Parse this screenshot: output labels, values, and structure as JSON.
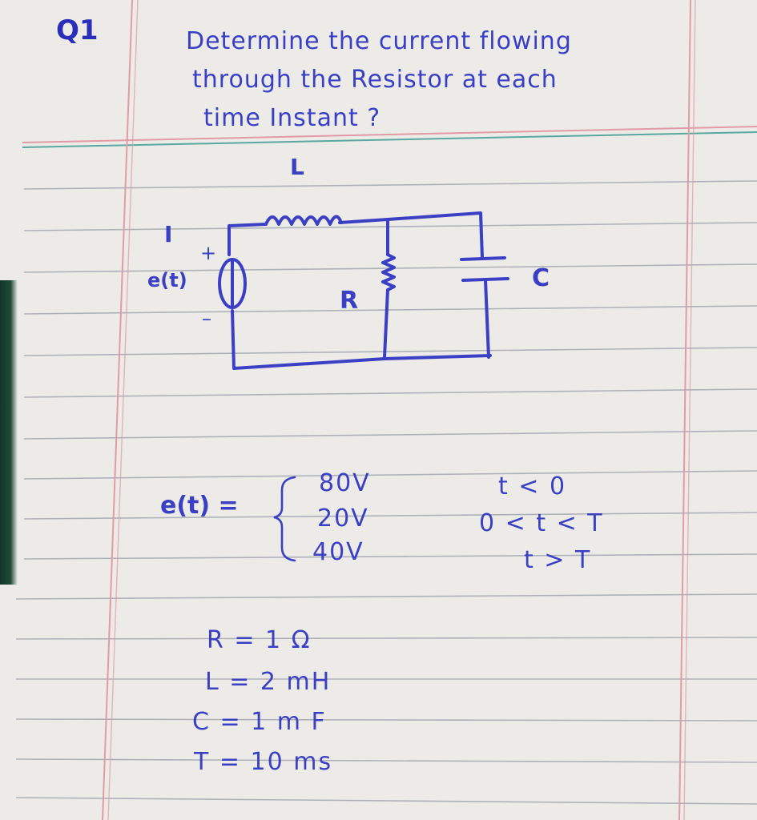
{
  "question": {
    "mark": "Q1",
    "line1": "Determine  the  current flowing",
    "line2": "through   the Resistor  at each",
    "line3": "time  Instant ?"
  },
  "circuit": {
    "inductor_label": "L",
    "current_label": "I",
    "plus_sign": "+",
    "minus_sign": "–",
    "source_label": "e(t)",
    "resistor_label": "R",
    "capacitor_label": "C"
  },
  "piecewise": {
    "lhs": "e(t) =",
    "cases": [
      {
        "value": "80V",
        "condition": "t < 0"
      },
      {
        "value": "20V",
        "condition": "0 < t < T"
      },
      {
        "value": "40V",
        "condition": "t > T"
      }
    ]
  },
  "parameters": [
    {
      "text": "R = 1 Ω"
    },
    {
      "text": "L = 2 mH"
    },
    {
      "text": "C = 1 m F"
    },
    {
      "text": "T = 10 ms"
    }
  ],
  "colors": {
    "ink": "#3b3fc4",
    "rule_line": "#9aa0a8",
    "margin_line": "#e29aa6",
    "header_line": "#5aa8a0"
  }
}
